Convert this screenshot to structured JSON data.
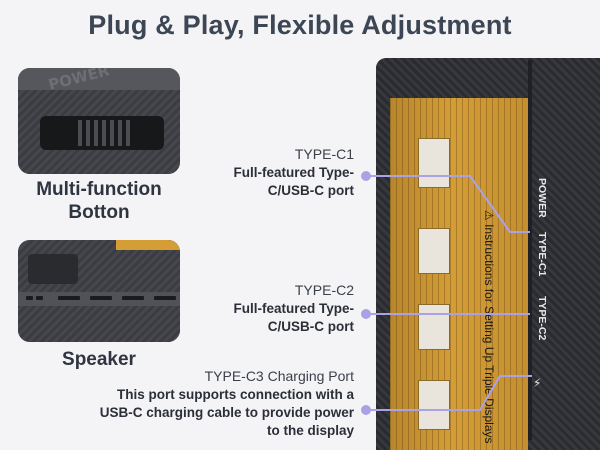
{
  "title": "Plug & Play, Flexible Adjustment",
  "features": {
    "multifunction": {
      "caption": "Multi-function Botton",
      "embossed_text": "POWER"
    },
    "speaker": {
      "caption": "Speaker"
    }
  },
  "ports": [
    {
      "name": "TYPE-C1",
      "desc": "Full-featured Type-C/USB-C port"
    },
    {
      "name": "TYPE-C2",
      "desc": "Full-featured Type-C/USB-C port"
    },
    {
      "name": "TYPE-C3 Charging Port",
      "desc": "This port supports connection with a USB-C charging cable to provide power to the display"
    }
  ],
  "device": {
    "instruction_heading": "Instructions for Setting Up Triple Displays",
    "side_labels": {
      "power": "POWER",
      "c1": "TYPE-C1",
      "c2": "TYPE-C2"
    }
  },
  "colors": {
    "title": "#3d4654",
    "accent_line": "#a9a3e6",
    "instruction_card": "#d49d36"
  },
  "icons": [
    "lightning-bolt-icon",
    "warning-icon"
  ]
}
